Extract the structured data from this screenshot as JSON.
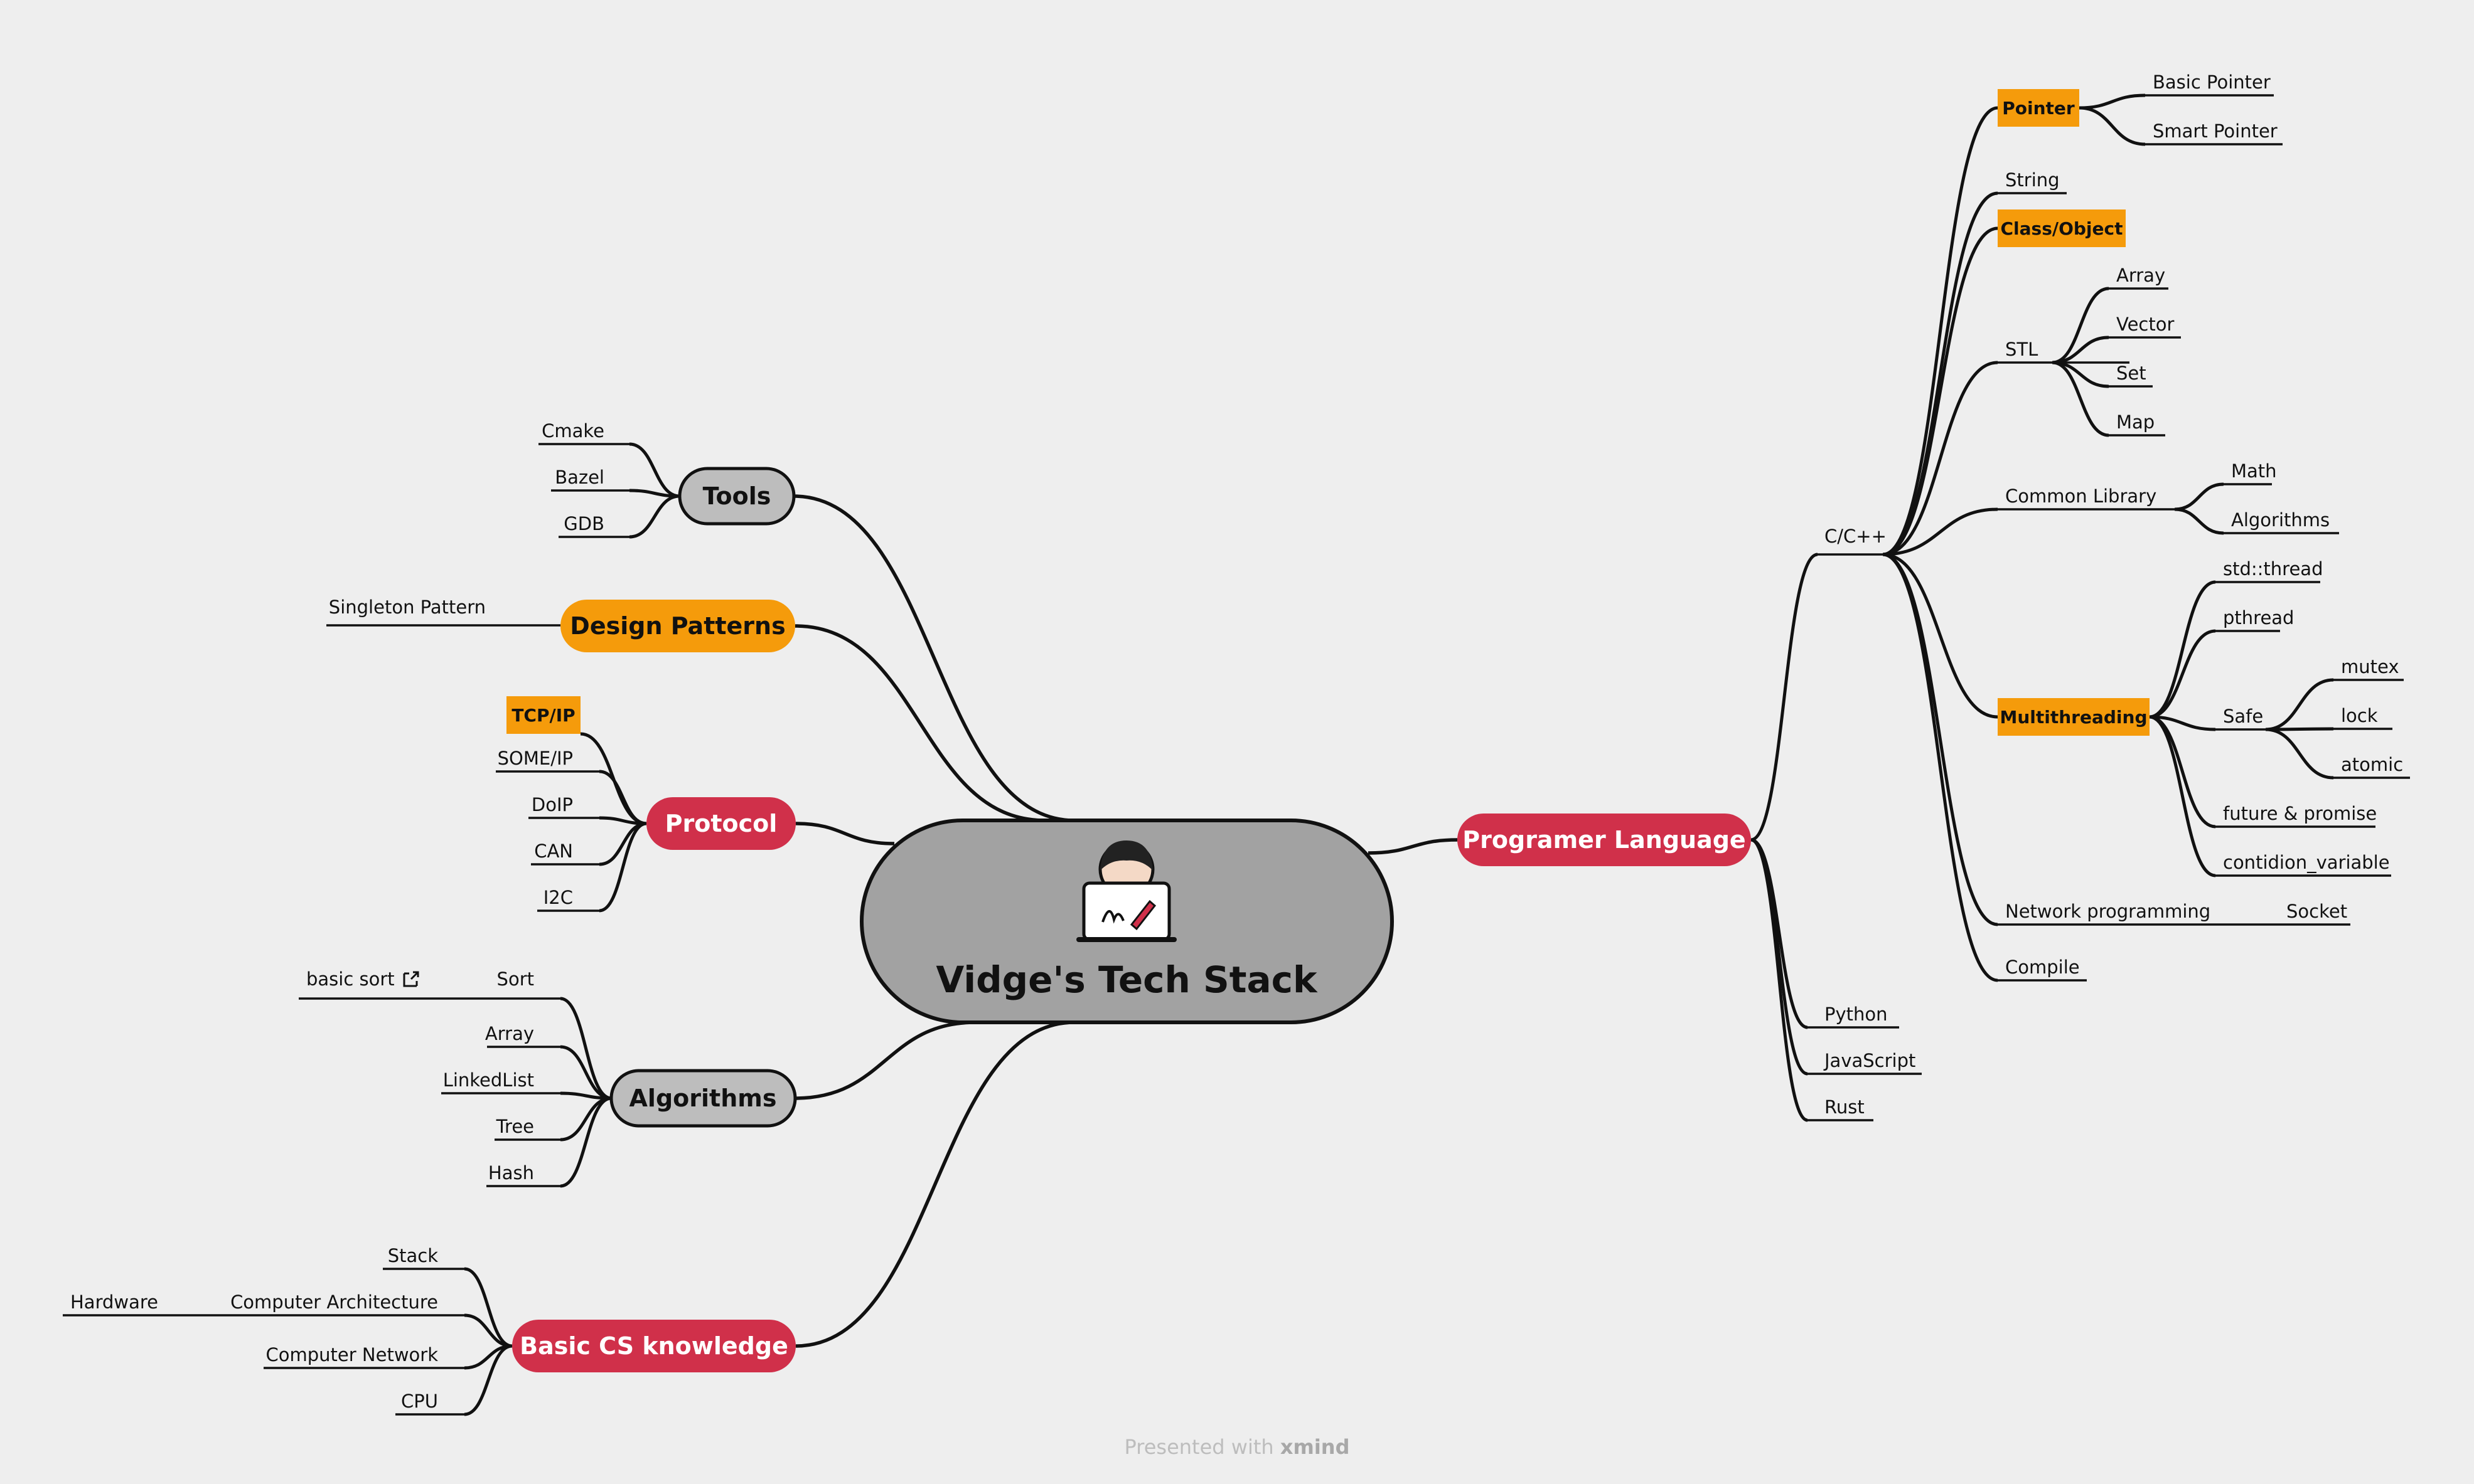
{
  "central": {
    "title": "Vidge's Tech Stack",
    "icon": "developer-laptop-icon"
  },
  "colors": {
    "background": "#eeeeee",
    "line": "#111111",
    "red": "#d0304a",
    "orange": "#f59b0b",
    "gray": "#bdbdbd",
    "central": "#a2a2a2",
    "highlight": "#f59b0b"
  },
  "branches": {
    "tools": {
      "label": "Tools",
      "items": [
        "Cmake",
        "Bazel",
        "GDB"
      ]
    },
    "design_patterns": {
      "label": "Design Patterns",
      "items": [
        "Singleton Pattern"
      ]
    },
    "protocol": {
      "label": "Protocol",
      "items": [
        "TCP/IP",
        "SOME/IP",
        "DoIP",
        "CAN",
        "I2C"
      ]
    },
    "algorithms": {
      "label": "Algorithms",
      "sort": "Sort",
      "sort_child": "basic sort",
      "items": [
        "Array",
        "LinkedList",
        "Tree",
        "Hash"
      ]
    },
    "basic_cs": {
      "label": "Basic CS knowledge",
      "items": [
        "Stack",
        "Computer Architecture",
        "Computer Network",
        "CPU"
      ],
      "arch_child": "Hardware"
    },
    "programer_language": {
      "label": "Programer Language",
      "cpp": {
        "label": "C/C++",
        "pointer": {
          "label": "Pointer",
          "items": [
            "Basic Pointer",
            "Smart Pointer"
          ]
        },
        "string": "String",
        "class_object": "Class/Object",
        "stl": {
          "label": "STL",
          "items": [
            "Array",
            "Vector",
            "Set",
            "Map"
          ]
        },
        "common_library": {
          "label": "Common Library",
          "items": [
            "Math",
            "Algorithms"
          ]
        },
        "multithreading": {
          "label": "Multithreading",
          "std_thread": "std::thread",
          "pthread": "pthread",
          "safe": {
            "label": "Safe",
            "items": [
              "mutex",
              "lock",
              "atomic"
            ]
          },
          "future": "future & promise",
          "condition": "contidion_variable"
        },
        "network": {
          "label": "Network programming",
          "child": "Socket"
        },
        "compile": "Compile"
      },
      "others": [
        "Python",
        "JavaScript",
        "Rust"
      ]
    }
  },
  "footer": {
    "text": "Presented with",
    "brand": "xmind"
  }
}
